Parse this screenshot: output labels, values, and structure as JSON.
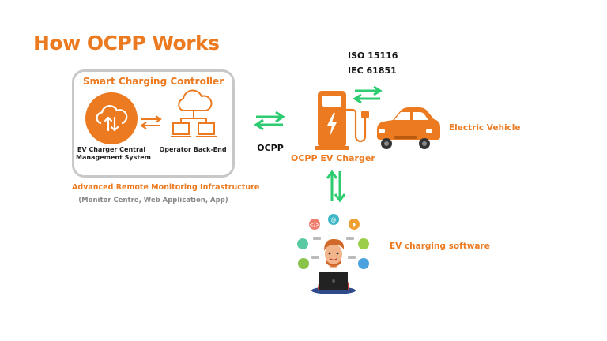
{
  "title": "How OCPP Works",
  "controller": {
    "title": "Smart Charging Controller",
    "central_label_line1": "EV Charger Central",
    "central_label_line2": "Management System",
    "backend_label": "Operator Back-End"
  },
  "infrastructure": {
    "title": "Advanced Remote Monitoring Infrastructure",
    "subtitle": "(Monitor Centre, Web Application, App)"
  },
  "protocol_label": "OCPP",
  "charger_label": "OCPP EV Charger",
  "standards": [
    "ISO 15116",
    "IEC 61851"
  ],
  "vehicle_label": "Electric Vehicle",
  "software_label": "EV charging software",
  "colors": {
    "accent": "#ec7a20",
    "arrow_green": "#2ecc71",
    "border": "#c8c8c8"
  },
  "icons": [
    "cloud-upload-download-icon",
    "cloud-network-icon",
    "ev-charger-icon",
    "electric-car-icon",
    "developer-icon"
  ]
}
